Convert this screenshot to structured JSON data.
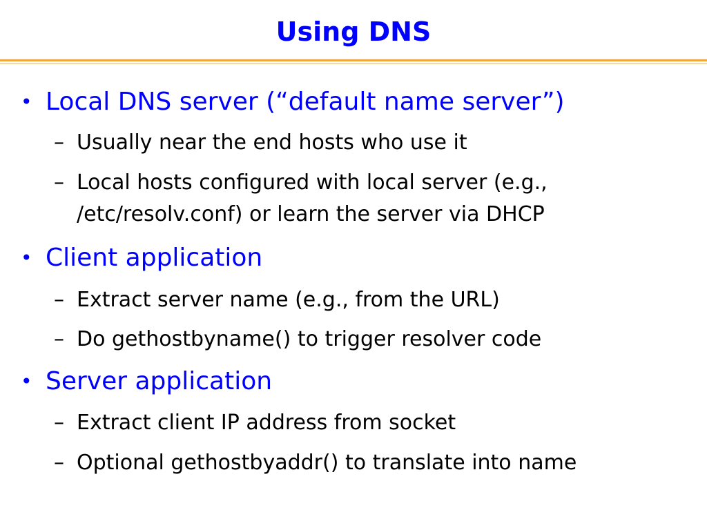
{
  "slide": {
    "title": "Using DNS",
    "bullet_marker": "•",
    "dash_marker": "–",
    "sections": [
      {
        "heading": "Local DNS server (“default name server”)",
        "items": [
          {
            "lines": [
              "Usually near the end hosts who use it"
            ]
          },
          {
            "lines": [
              "Local hosts configured with local server (e.g.,",
              "/etc/resolv.conf) or learn the server via DHCP"
            ]
          }
        ]
      },
      {
        "heading": "Client application",
        "items": [
          {
            "lines": [
              "Extract server name (e.g., from the URL)"
            ]
          },
          {
            "lines": [
              "Do gethostbyname() to trigger resolver code"
            ]
          }
        ]
      },
      {
        "heading": "Server application",
        "items": [
          {
            "lines": [
              "Extract client IP address from socket"
            ]
          },
          {
            "lines": [
              "Optional gethostbyaddr() to translate into name"
            ]
          }
        ]
      }
    ]
  },
  "colors": {
    "title": "#0000ff",
    "heading": "#0000ff",
    "body": "#000000",
    "rule": "#f2a53a"
  }
}
